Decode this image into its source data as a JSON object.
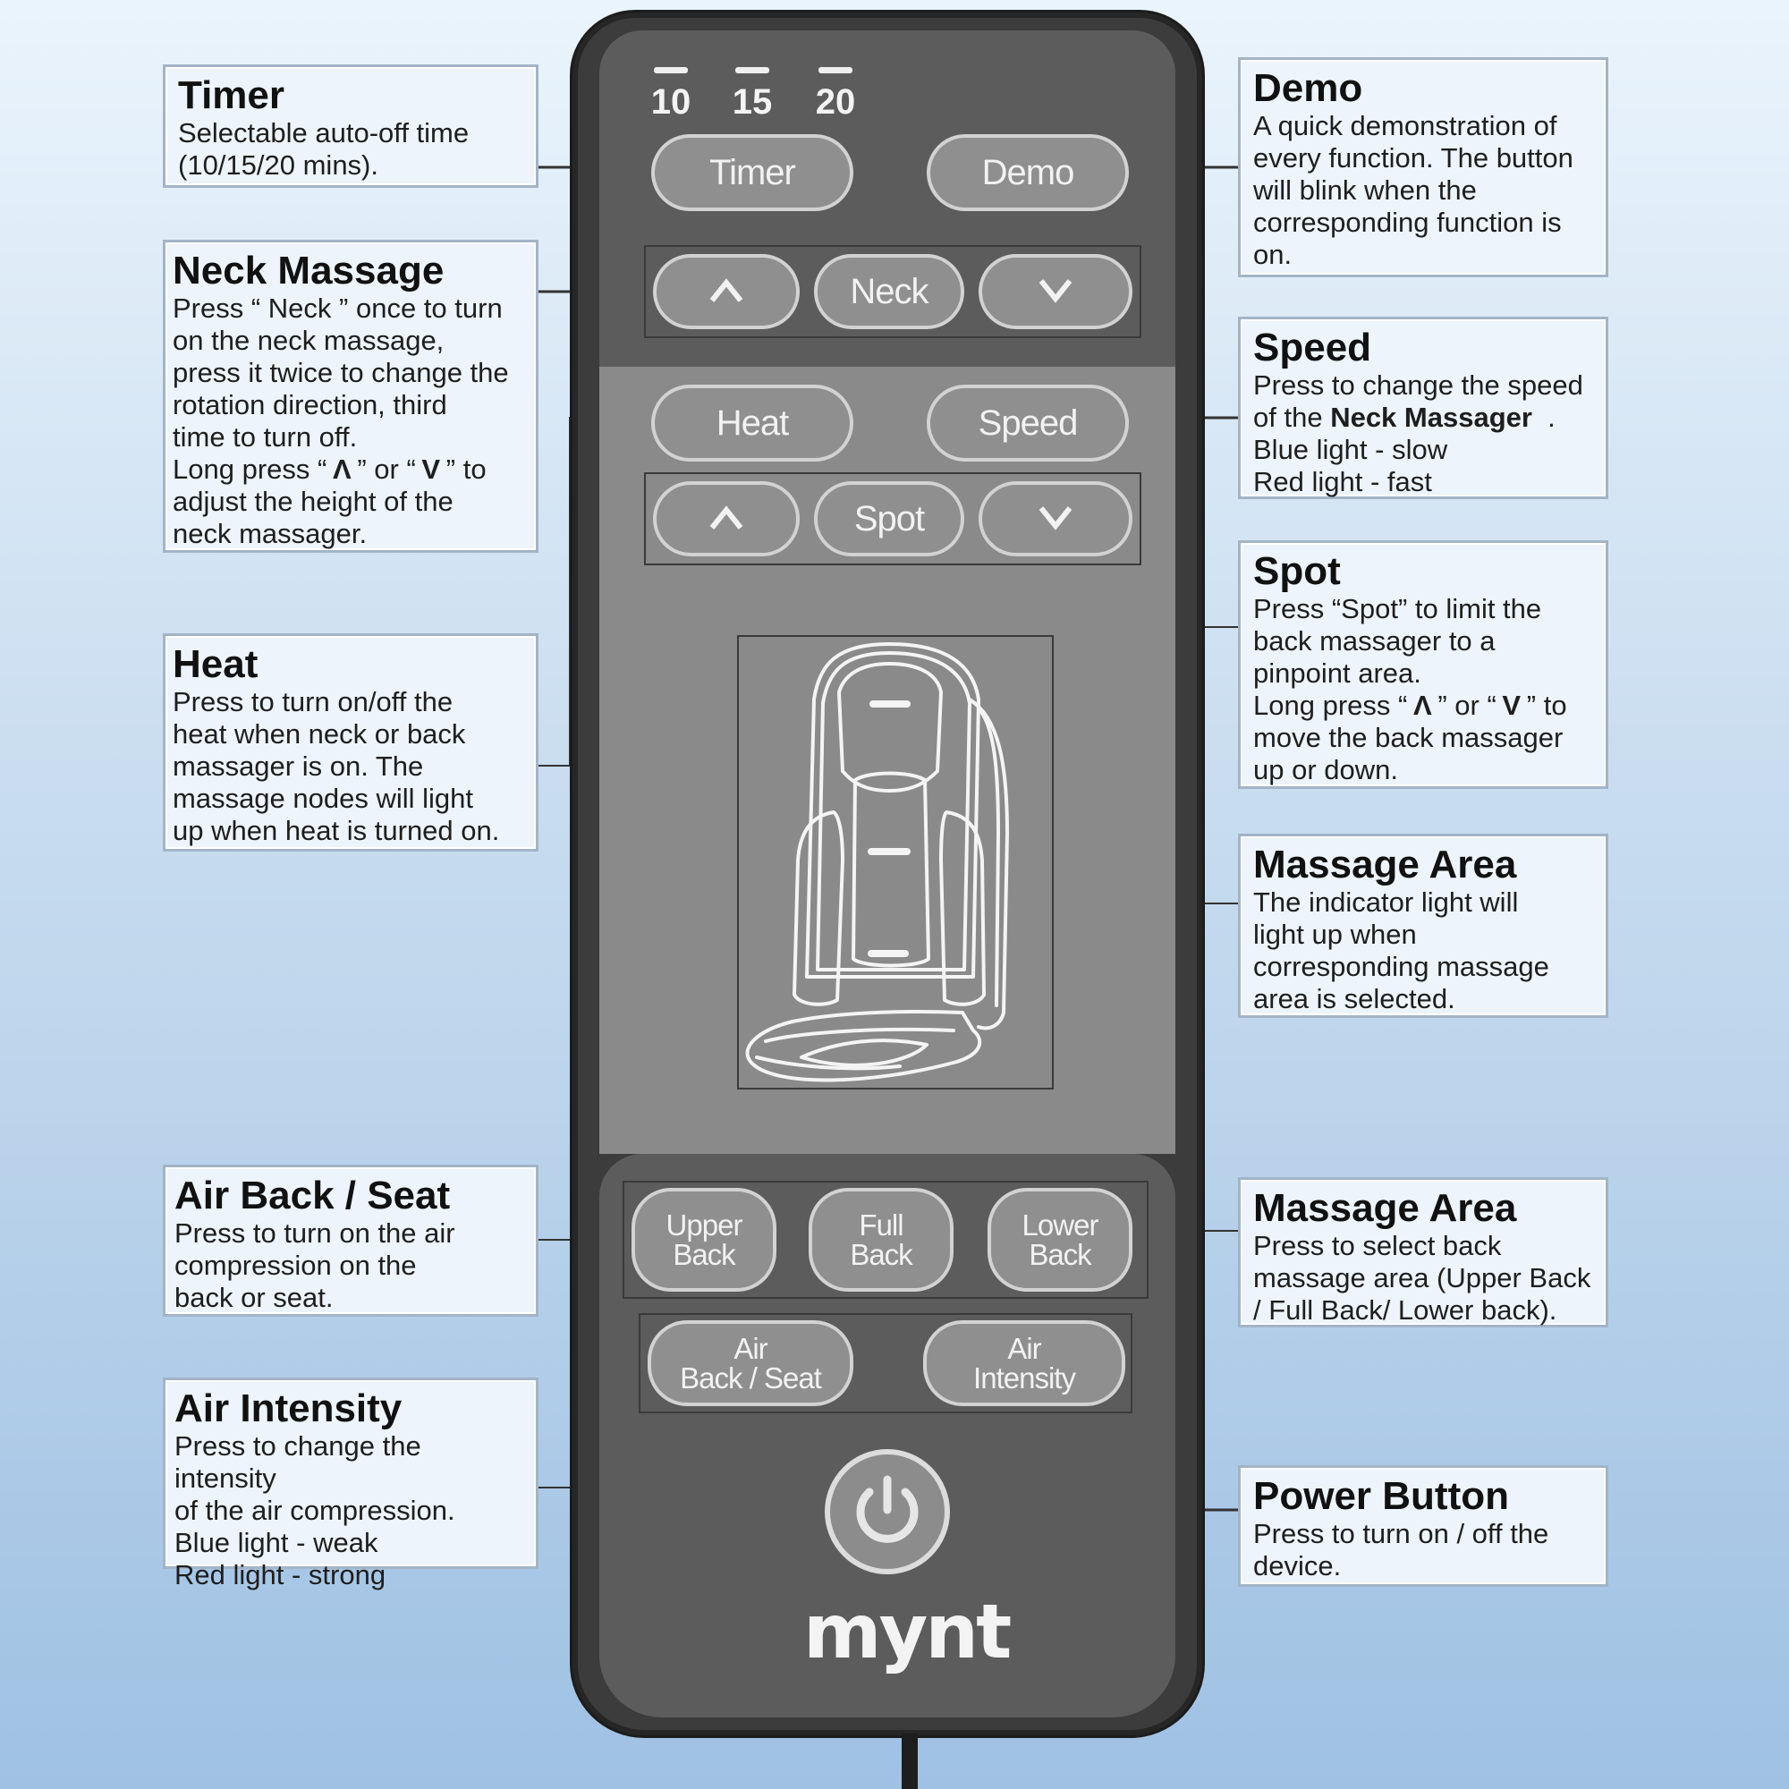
{
  "remote": {
    "timer_options": [
      "10",
      "15",
      "20"
    ],
    "buttons": {
      "timer": "Timer",
      "demo": "Demo",
      "neck": "Neck",
      "heat": "Heat",
      "speed": "Speed",
      "spot": "Spot",
      "upper_back": [
        "Upper",
        "Back"
      ],
      "full_back": [
        "Full",
        "Back"
      ],
      "lower_back": [
        "Lower",
        "Back"
      ],
      "air_back_seat": [
        "Air",
        "Back / Seat"
      ],
      "air_intensity": [
        "Air",
        "Intensity"
      ]
    },
    "logo": "mynt",
    "colors": {
      "body": "#3c3c3c",
      "panel": "#5c5c5c",
      "button": "#8f8f8f"
    }
  },
  "callouts": {
    "timer": {
      "title": "Timer",
      "lines": [
        "Selectable auto-off time",
        "(10/15/20 mins)."
      ]
    },
    "neck": {
      "title": "Neck Massage",
      "lines": [
        "Press “ Neck ” once to turn",
        "on the neck massage,",
        "press it twice to change the",
        "rotation direction, third",
        "time to turn off."
      ],
      "long_press": [
        "Long press “",
        "” or “",
        "” to"
      ],
      "lines2": [
        "adjust the height of the",
        "neck massager."
      ]
    },
    "heat": {
      "title": "Heat",
      "lines": [
        "Press to turn on/off the",
        "heat when neck or back",
        "massager is on. The",
        "massage nodes will light",
        "up when heat is turned on."
      ]
    },
    "air_back": {
      "title": "Air Back / Seat",
      "lines": [
        "Press to turn on the air",
        "compression on the",
        "back or seat."
      ]
    },
    "air_intensity": {
      "title": "Air Intensity",
      "lines": [
        "Press to change the intensity",
        "of the air compression.",
        "Blue light - weak",
        "Red light - strong"
      ]
    },
    "demo": {
      "title": "Demo",
      "lines": [
        "A quick demonstration of",
        "every function. The button",
        "will blink when the",
        "corresponding function is",
        "on."
      ]
    },
    "speed": {
      "title": "Speed",
      "line1": "Press to change the speed",
      "line2_pre": "of the",
      "line2_bold": "Neck Massager",
      "line2_post": ".",
      "lines": [
        "Blue light - slow",
        "Red light - fast"
      ]
    },
    "spot": {
      "title": "Spot",
      "lines": [
        "Press “Spot” to limit the",
        "back massager to a",
        "pinpoint area."
      ],
      "long_press": [
        "Long press “",
        "” or “",
        "” to"
      ],
      "lines2": [
        "move the back massager",
        "up or down."
      ]
    },
    "massage_area_indicator": {
      "title": "Massage Area",
      "lines": [
        "The indicator light will",
        "light up when",
        "corresponding massage",
        "area is selected."
      ]
    },
    "massage_area_select": {
      "title": "Massage Area",
      "lines": [
        "Press to select back",
        "massage area (Upper Back",
        "/ Full Back/ Lower back)."
      ]
    },
    "power": {
      "title": "Power Button",
      "lines": [
        "Press to turn on / off the",
        "device."
      ]
    }
  },
  "icons": [
    "chevron-up-icon",
    "chevron-down-icon",
    "power-icon",
    "seat-diagram-icon"
  ]
}
